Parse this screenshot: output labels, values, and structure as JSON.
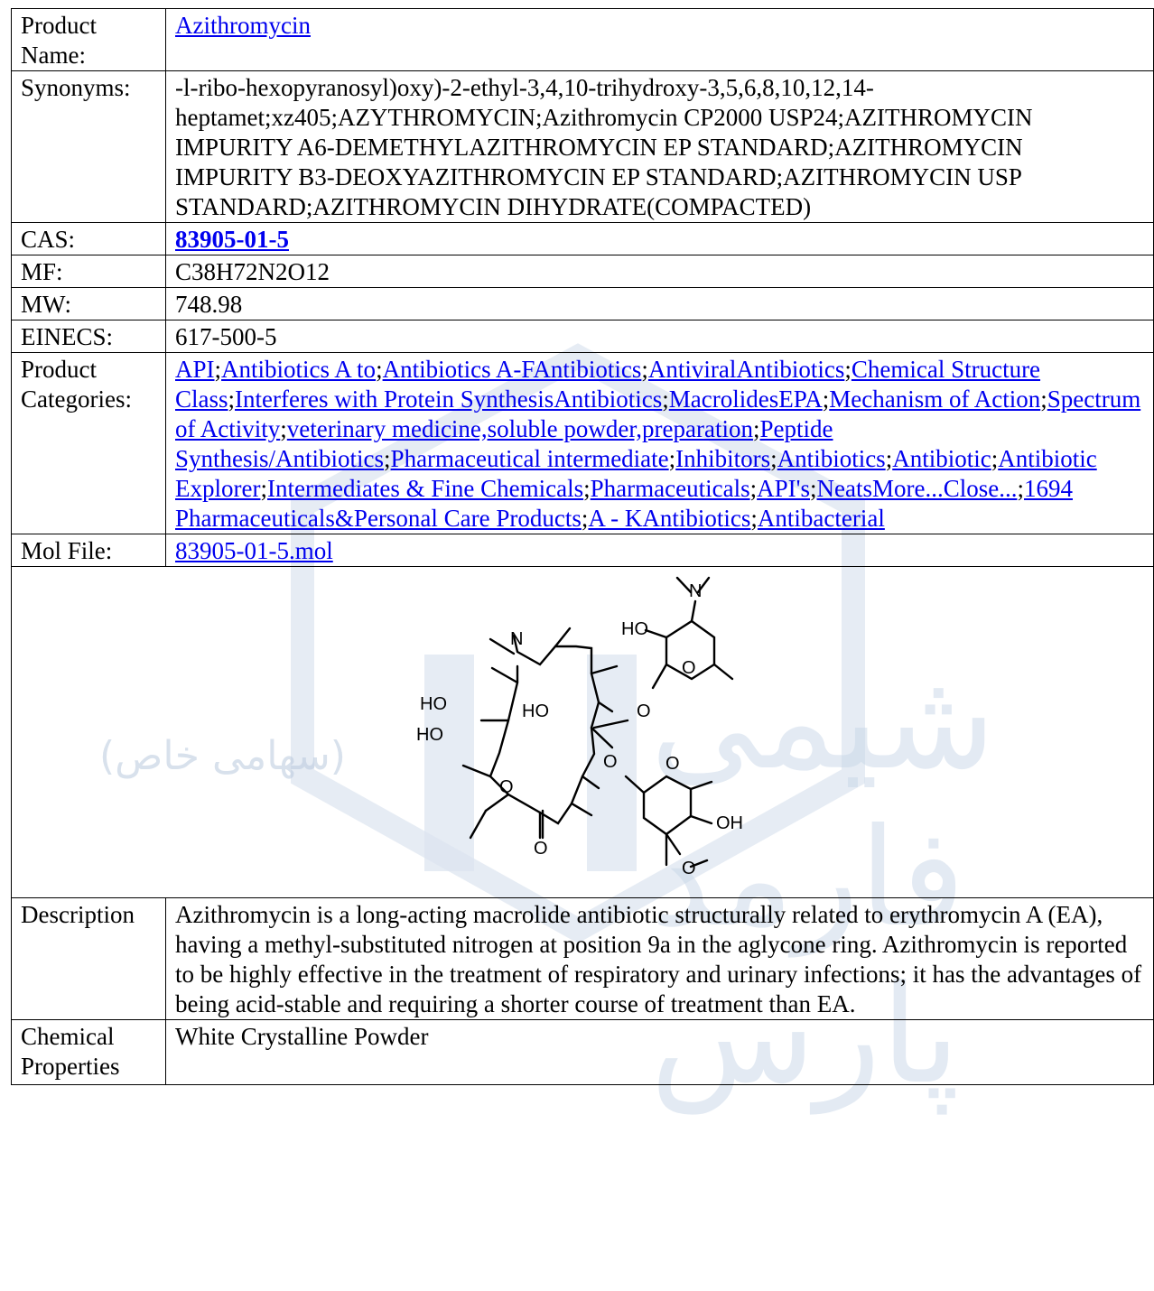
{
  "rows": {
    "product_name": {
      "label": "Product Name:",
      "value": "Azithromycin"
    },
    "synonyms": {
      "label": "Synonyms:",
      "items": [
        "-l-ribo-hexopyranosyl)oxy)-2-ethyl-3,4,10-trihydroxy-3,5,6,8,10,12,14-heptamet",
        "xz405",
        "AZYTHROMYCIN",
        "Azithromycin CP2000 USP24",
        "AZITHROMYCIN IMPURITY A6-DEMETHYLAZITHROMYCIN EP STANDARD",
        "AZITHROMYCIN IMPURITY B3-DEOXYAZITHROMYCIN EP STANDARD",
        "AZITHROMYCIN USP STANDARD",
        "AZITHROMYCIN DIHYDRATE(COMPACTED)"
      ]
    },
    "cas": {
      "label": "CAS:",
      "value": "83905-01-5"
    },
    "mf": {
      "label": "MF:",
      "value": "C38H72N2O12"
    },
    "mw": {
      "label": "MW:",
      "value": "748.98"
    },
    "einecs": {
      "label": "EINECS:",
      "value": "617-500-5"
    },
    "categories": {
      "label": "Product Categories:",
      "items": [
        "API",
        "Antibiotics A to",
        "Antibiotics A-FAntibiotics",
        "AntiviralAntibiotics",
        "Chemical Structure Class",
        "Interferes with Protein SynthesisAntibiotics",
        "MacrolidesEPA",
        "Mechanism of Action",
        "Spectrum of Activity",
        "veterinary medicine,soluble powder,preparation",
        "Peptide Synthesis/Antibiotics",
        "Pharmaceutical intermediate",
        "Inhibitors",
        "Antibiotics",
        "Antibiotic",
        "Antibiotic Explorer",
        "Intermediates & Fine Chemicals",
        "Pharmaceuticals",
        "API's",
        "NeatsMore...Close...",
        "1694 Pharmaceuticals&Personal Care Products",
        "A - KAntibiotics",
        "Antibacterial"
      ]
    },
    "mol_file": {
      "label": "Mol File:",
      "value": "83905-01-5.mol"
    },
    "description": {
      "label": "Description",
      "value": "Azithromycin is a long-acting macrolide antibiotic structurally related to erythromycin A (EA), having a methyl-substituted nitrogen at position 9a in the aglycone ring. Azithromycin is reported to be highly effective in the treatment of respiratory and urinary infections; it has the advantages of being acid-stable and requiring a shorter course of treatment than EA."
    },
    "chemical_properties": {
      "label": "Chemical Properties",
      "value": "White Crystalline Powder"
    }
  },
  "structure_labels": {
    "n_top": "N",
    "ho_top": "HO",
    "o_ring1": "O",
    "n_ring": "N",
    "ho_left1": "HO",
    "ho_mid": "HO",
    "o_link1": "O",
    "ho_left2": "HO",
    "o_link2": "O",
    "o_ring2": "O",
    "o_lactone": "O",
    "o_carbonyl": "O",
    "oh_right": "OH",
    "o_methoxy": "O"
  },
  "watermark": {
    "arabic_small": "(سهامی خاص)",
    "arabic_big": "شیمی فارمد پارس"
  }
}
